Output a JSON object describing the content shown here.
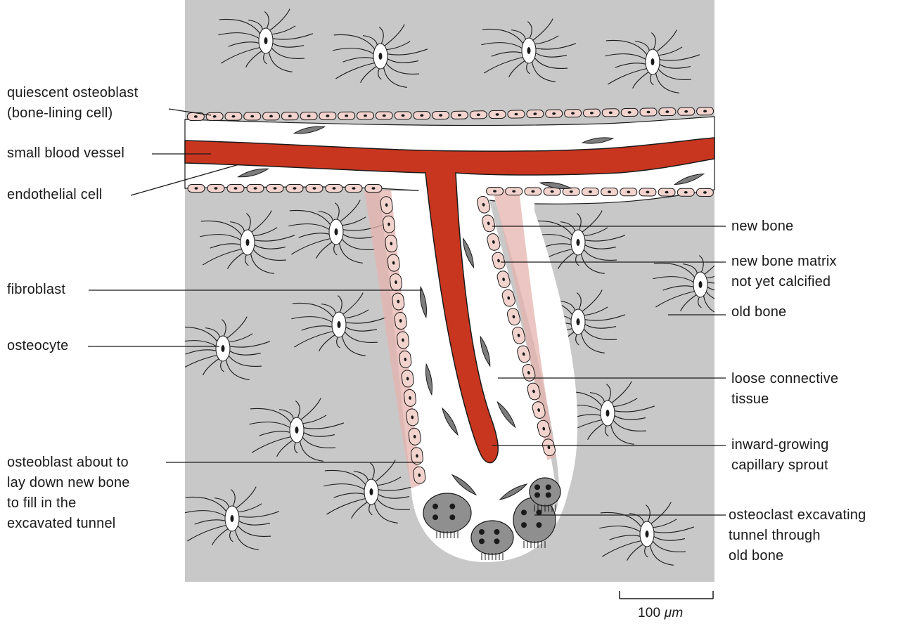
{
  "labels": {
    "quiescent_osteoblast": [
      "quiescent osteoblast",
      "(bone-lining cell)"
    ],
    "small_blood_vessel": [
      "small blood vessel"
    ],
    "endothelial_cell": [
      "endothelial cell"
    ],
    "fibroblast": [
      "fibroblast"
    ],
    "osteocyte": [
      "osteocyte"
    ],
    "osteoblast_new_bone": [
      "osteoblast about to",
      "lay down new bone",
      "to fill in the",
      "excavated tunnel"
    ],
    "new_bone": [
      "new bone"
    ],
    "new_bone_matrix": [
      "new bone matrix",
      "not yet calcified"
    ],
    "old_bone": [
      "old bone"
    ],
    "loose_connective_tissue": [
      "loose connective",
      "tissue"
    ],
    "capillary_sprout": [
      "inward-growing",
      "capillary sprout"
    ],
    "osteoclast": [
      "osteoclast excavating",
      "tunnel through",
      "old bone"
    ]
  },
  "scale_bar": {
    "value": "100",
    "unit": "μm"
  },
  "colors": {
    "bone": "#c8c8c8",
    "blood": "#c8361f",
    "lining_cell": "#f2d3cd",
    "new_matrix": "#e5b3ad",
    "osteoclast": "#8f8f8f",
    "line": "#1a1a1a"
  }
}
